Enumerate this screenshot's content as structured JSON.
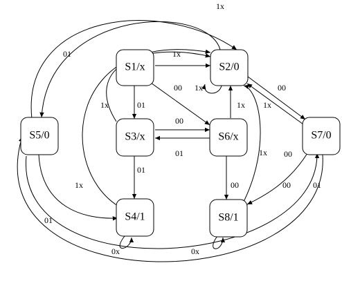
{
  "states": [
    {
      "id": "S1",
      "label": "S1/x"
    },
    {
      "id": "S2",
      "label": "S2/0"
    },
    {
      "id": "S3",
      "label": "S3/x"
    },
    {
      "id": "S4",
      "label": "S4/1"
    },
    {
      "id": "S5",
      "label": "S5/0"
    },
    {
      "id": "S6",
      "label": "S6/x"
    },
    {
      "id": "S7",
      "label": "S7/0"
    },
    {
      "id": "S8",
      "label": "S8/1"
    }
  ],
  "transitions": [
    {
      "from": "S1",
      "to": "S2",
      "label": "1x"
    },
    {
      "from": "S1",
      "to": "S3",
      "label": "01"
    },
    {
      "from": "S1",
      "to": "S6",
      "label": "00"
    },
    {
      "from": "S2",
      "to": "S2",
      "label": "1x"
    },
    {
      "from": "S2",
      "to": "S5",
      "label": "01"
    },
    {
      "from": "S2",
      "to": "S7",
      "label": "00"
    },
    {
      "from": "S3",
      "to": "S6",
      "label": "00"
    },
    {
      "from": "S3",
      "to": "S4",
      "label": "01"
    },
    {
      "from": "S3",
      "to": "S2",
      "label": "1x"
    },
    {
      "from": "S4",
      "to": "S4",
      "label": "0x"
    },
    {
      "from": "S4",
      "to": "S2",
      "label": "1x"
    },
    {
      "from": "S5",
      "to": "S2",
      "label": "1x"
    },
    {
      "from": "S5",
      "to": "S4",
      "label": "01"
    },
    {
      "from": "S5",
      "to": "S7",
      "label": "00"
    },
    {
      "from": "S6",
      "to": "S3",
      "label": "01"
    },
    {
      "from": "S6",
      "to": "S2",
      "label": "1x"
    },
    {
      "from": "S6",
      "to": "S8",
      "label": "00"
    },
    {
      "from": "S7",
      "to": "S2",
      "label": "1x"
    },
    {
      "from": "S7",
      "to": "S8",
      "label": "00"
    },
    {
      "from": "S7",
      "to": "S5",
      "label": "01"
    },
    {
      "from": "S8",
      "to": "S8",
      "label": "0x"
    },
    {
      "from": "S8",
      "to": "S2",
      "label": "1x"
    }
  ],
  "colors": {
    "stroke": "#000000",
    "background": "#ffffff"
  }
}
